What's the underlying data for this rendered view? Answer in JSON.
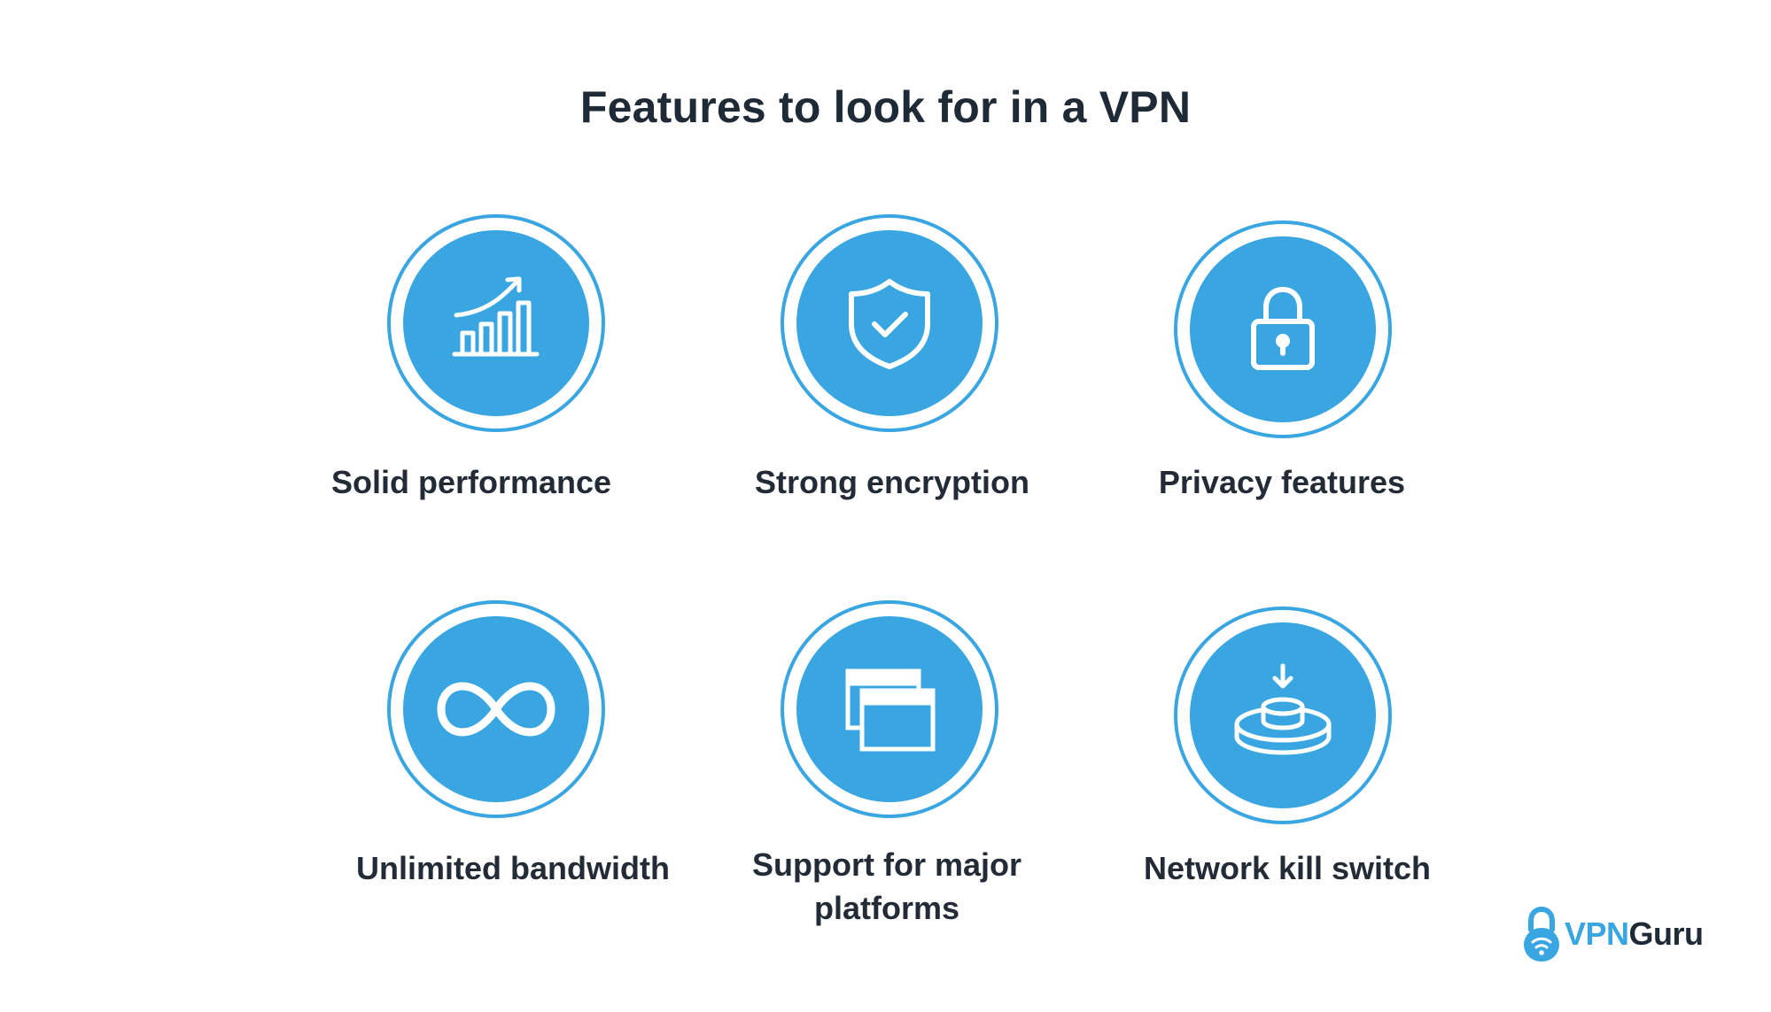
{
  "title": "Features to look for in a VPN",
  "features": [
    {
      "label": "Solid performance",
      "icon": "bar-chart-growth-icon"
    },
    {
      "label": "Strong encryption",
      "icon": "shield-check-icon"
    },
    {
      "label": "Privacy features",
      "icon": "padlock-icon"
    },
    {
      "label": "Unlimited bandwidth",
      "icon": "infinity-icon"
    },
    {
      "label_line1": "Support for major",
      "label_line2": "platforms",
      "icon": "windows-stack-icon"
    },
    {
      "label": "Network kill switch",
      "icon": "kill-switch-button-icon"
    }
  ],
  "logo": {
    "vpn": "VPN",
    "guru": "Guru",
    "icon": "lock-wifi-icon"
  },
  "colors": {
    "accent": "#39a6e1",
    "text": "#222b36",
    "background": "#ffffff"
  }
}
